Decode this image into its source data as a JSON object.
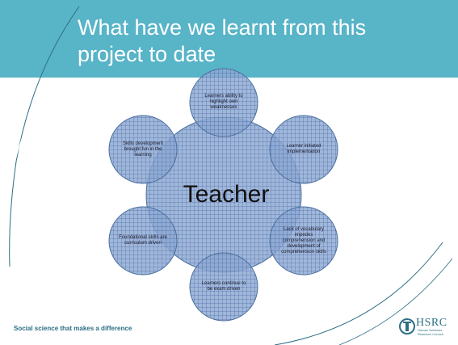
{
  "slide": {
    "title": "What have we learnt from this project to date",
    "footer": "Social science that makes a difference"
  },
  "diagram": {
    "center": "Teacher",
    "nodes": [
      {
        "id": "top",
        "label": "Learners ability to highlight own weaknesses"
      },
      {
        "id": "upper-right",
        "label": "Learner initiated implementation"
      },
      {
        "id": "lower-right",
        "label": "Lack of vocabulary impedes comprehension and development of comprehension skills"
      },
      {
        "id": "bottom",
        "label": "Learners continue to be exam driven"
      },
      {
        "id": "lower-left",
        "label": "Foundational skills are curriculum driven"
      },
      {
        "id": "upper-left",
        "label": "Skills development brought fun in the learning"
      }
    ]
  },
  "logo": {
    "name": "HSRC",
    "subtitle": "Human Sciences Research Council"
  },
  "colors": {
    "header": "#58b4c7",
    "circle_fill": "#8eaad2",
    "grid": "#1e3a8a",
    "footer_text": "#2c6e85"
  }
}
